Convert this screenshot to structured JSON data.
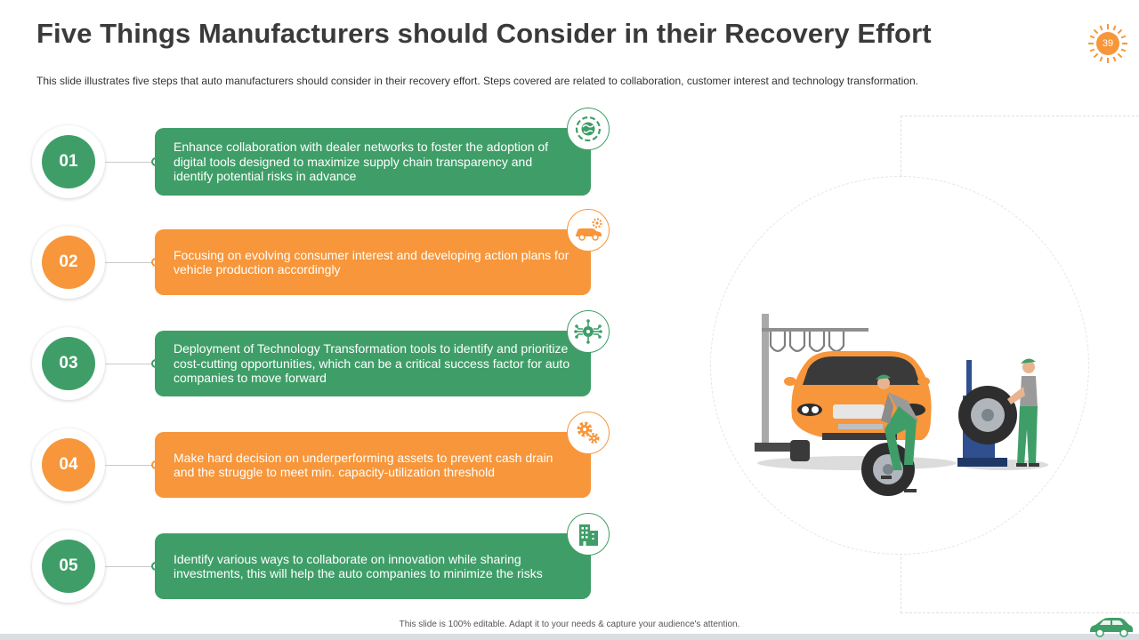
{
  "slide": {
    "title": "Five Things Manufacturers should Consider in their Recovery Effort",
    "subtitle": "This slide illustrates five steps that auto manufacturers  should consider in their recovery  effort.  Steps covered  are related to collaboration, customer interest and technology transformation.",
    "page_number": "39",
    "footer": "This slide is 100% editable.  Adapt it to your needs & capture your audience's attention."
  },
  "colors": {
    "green": "#3f9e68",
    "orange": "#f7963a",
    "title": "#3a3a3a"
  },
  "steps": [
    {
      "number": "01",
      "text": "Enhance collaboration with dealer networks to foster the adoption of digital tools designed to maximize  supply chain transparency and identify potential risks in advance",
      "color": "green",
      "icon": "globe-network-icon"
    },
    {
      "number": "02",
      "text": "Focusing on evolving consumer interest and developing action plans for vehicle production accordingly",
      "color": "orange",
      "icon": "car-gear-icon"
    },
    {
      "number": "03",
      "text": "Deployment of Technology Transformation tools to identify and prioritize cost-cutting opportunities, which can be a critical success factor for auto companies to move forward",
      "color": "green",
      "icon": "circuit-brain-icon"
    },
    {
      "number": "04",
      "text": "Make hard decision on underperforming assets to prevent cash drain and the struggle to meet min. capacity-utilization threshold",
      "color": "orange",
      "icon": "gears-icon"
    },
    {
      "number": "05",
      "text": "Identify various ways to collaborate on innovation while sharing investments, this will help the auto companies to minimize  the risks",
      "color": "green",
      "icon": "building-icon"
    }
  ]
}
